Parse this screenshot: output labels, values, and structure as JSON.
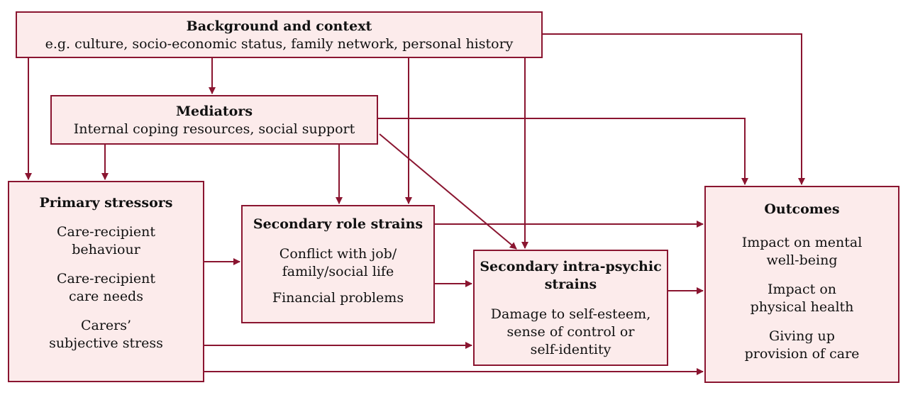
{
  "colors": {
    "border": "#8a1530",
    "fill": "#fcebeb",
    "arrow": "#8a1530",
    "text": "#111111"
  },
  "background": {
    "title": "Background and context",
    "subtitle": "e.g. culture, socio-economic status, family network, personal history"
  },
  "mediators": {
    "title": "Mediators",
    "subtitle": "Internal coping resources, social support"
  },
  "primary": {
    "title": "Primary stressors",
    "items": [
      [
        "Care-recipient",
        "behaviour"
      ],
      [
        "Care-recipient",
        "care needs"
      ],
      [
        "Carers’",
        "subjective stress"
      ]
    ]
  },
  "role": {
    "title": "Secondary role strains",
    "items": [
      [
        "Conflict with job/",
        "family/social life"
      ],
      [
        "Financial problems"
      ]
    ]
  },
  "intra": {
    "title": [
      "Secondary intra-psychic",
      "strains"
    ],
    "items": [
      [
        "Damage to self-esteem,",
        "sense of control or",
        "self-identity"
      ]
    ]
  },
  "outcomes": {
    "title": "Outcomes",
    "items": [
      [
        "Impact on mental",
        "well-being"
      ],
      [
        "Impact on",
        "physical health"
      ],
      [
        "Giving up",
        "provision of care"
      ]
    ]
  }
}
